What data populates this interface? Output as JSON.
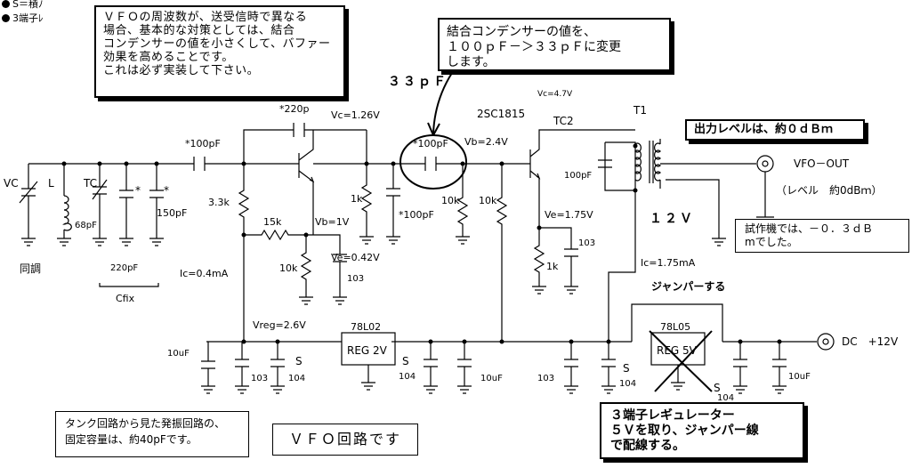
{
  "legend": {
    "items": [
      "S＝積ﾉ",
      "3端子ﾚ"
    ]
  },
  "notes": {
    "vfo_note": "ＶＦＯの周波数が、送受信時で異なる\n場合、基本的な対策としては、結合\nコンデンサーの値を小さくして、バファー\n効果を高めることです。\nこれは必ず実装して下さい。",
    "coupling_note": "結合コンデンサーの値を、\n１００ｐＦ－＞３３ｐＦに変更\nします。",
    "output_level": "出力レベルは、約０ｄＢｍ",
    "prototype_note": "試作機では、－０．３ｄＢ\nmでした。",
    "regulator_note": "３端子レギュレーター\n５Ｖを取り、ジャンパー線\nで配線する。",
    "tank_note": "タンク回路から見た発振回路の、\n固定容量は、約40pFです。",
    "title": "ＶＦＯ回路です"
  },
  "labels": {
    "cap33": "３３ｐＦ",
    "vc_top": "Vc=4.7V",
    "tr2": "2SC1815",
    "tc2": "TC2",
    "t1": "T1",
    "c220": "*220p",
    "vc126": "Vc=1.26V",
    "c100a": "*100pF",
    "c100b": "*100pF",
    "vb24": "Vb=2.4V",
    "c100t": "100pF",
    "vfo_out": "VFO－OUT",
    "level": "（レベル　約0dBｍ）",
    "vc": "VC",
    "l": "L",
    "tc": "TC",
    "star1": "*",
    "star2": "*",
    "c150": "150pF",
    "c68": "68pF",
    "r33k": "3.3k",
    "r15k": "15k",
    "vb1": "Vb=1V",
    "r10k_a": "10k",
    "r1k_a": "1k",
    "r10k_b": "10k",
    "r10k_c": "10k",
    "c100c": "*100pF",
    "ve042": "Ve=0.42V",
    "c103a": "103",
    "ve175": "Ve=1.75V",
    "c103b": "103",
    "r1k_b": "1k",
    "v12": "１２Ｖ",
    "ic175": "Ic=1.75mA",
    "jumper": "ジャンパーする",
    "dousho": "同調",
    "c220b": "220pF",
    "cfix": "Cfix",
    "ic04": "Ic=0.4mA",
    "vreg": "Vreg=2.6V",
    "reg1_name": "78L02",
    "reg1_text": "REG 2V",
    "reg2_name": "78L05",
    "reg2_text": "REG 5V",
    "dc12": "DC　+12V",
    "c10u_a": "10uF",
    "c103_c": "103",
    "c104_a": "104",
    "s_a": "S",
    "c104_b": "104",
    "s_b": "S",
    "c10u_b": "10uF",
    "c103_d": "103",
    "c104_c": "104",
    "s_c": "S",
    "c104_d": "104",
    "s_d": "S",
    "c10u_c": "10uF"
  }
}
